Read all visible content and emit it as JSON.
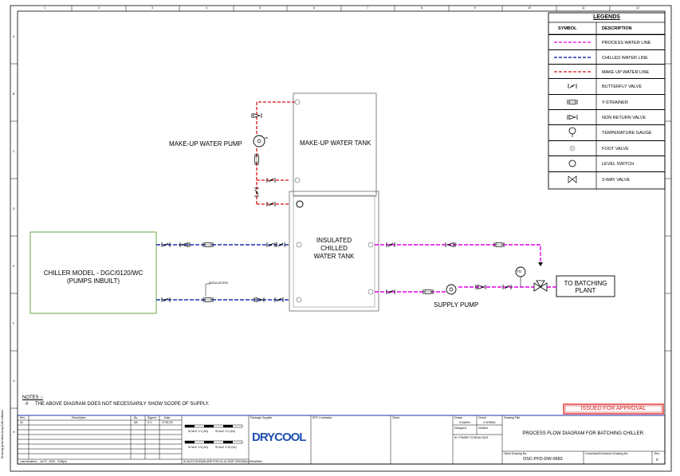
{
  "border": {
    "col_numbers": [
      "1",
      "2",
      "3",
      "4",
      "5",
      "6",
      "7",
      "8",
      "9",
      "10",
      "11",
      "12"
    ],
    "row_letters": [
      "A",
      "B",
      "C",
      "D",
      "E",
      "F",
      "G",
      "H"
    ]
  },
  "legend": {
    "title": "LEGENDS",
    "header_symbol": "SYMBOL",
    "header_description": "DESCRIPTION",
    "items": [
      {
        "icon": "process-water-line-icon",
        "label": "PROCESS WATER LINE",
        "color": "#e000e0"
      },
      {
        "icon": "chilled-water-line-icon",
        "label": "CHILLED WATER LINE",
        "color": "#1f2fb0"
      },
      {
        "icon": "make-up-water-line-icon",
        "label": "MAKE UP WATER LINE",
        "color": "#d81010"
      },
      {
        "icon": "butterfly-valve-icon",
        "label": "BUTTERFLY VALVE"
      },
      {
        "icon": "y-strainer-icon",
        "label": "Y-STRAINER"
      },
      {
        "icon": "non-return-valve-icon",
        "label": "NON RETURN VALVE"
      },
      {
        "icon": "temperature-gauge-icon",
        "label": "TEMPERATURE GAUGE"
      },
      {
        "icon": "foot-valve-icon",
        "label": "FOOT VALVE"
      },
      {
        "icon": "level-switch-icon",
        "label": "LEVEL SWITCH"
      },
      {
        "icon": "three-way-valve-icon",
        "label": "3-WAY VALVE"
      }
    ]
  },
  "diagram": {
    "chiller_line1": "CHILLER MODEL - DGC/0120/WC",
    "chiller_line2": "(PUMPS INBUILT)",
    "insulation_label": "INSULATION",
    "makeup_pump_label": "MAKE-UP WATER PUMP",
    "makeup_tank_label": "MAKE-UP WATER TANK",
    "chilled_tank_line1": "INSULATED",
    "chilled_tank_line2": "CHILLED",
    "chilled_tank_line3": "WATER TANK",
    "supply_pump_label": "SUPPLY PUMP",
    "tg_label": "TG",
    "batching_line1": "TO BATCHING",
    "batching_line2": "PLANT"
  },
  "notes": {
    "title": "NOTES :-",
    "bullet": "#",
    "text": "THE ABOVE DIAGRAM DOES NOT NECESSARILY SHOW SCOPE OF SUPPLY."
  },
  "status_stamp": "ISSUED FOR APPROVAL",
  "title_block": {
    "rev_headers": [
      "Rev",
      "Description",
      "By",
      "Signed",
      "Date"
    ],
    "rev_first_row": [
      "00",
      "",
      "NK",
      "S.V",
      "27/01/23"
    ],
    "last_modified": "Last Modified :- Jul 27, 2023 - 9:38pm",
    "side_stamp": "Drawing generated using CAD software",
    "scale_lines": [
      "SCALE 1:1 (A4)",
      "SCALE 1:2 (A3)",
      "SCALE 1:5 (A2)",
      "SCALE 1:10 (A1)"
    ],
    "scale_note": "SCALES SHOWN ARE FOR A4-A1 SIZE ORIGINAL DRAWING",
    "package_supplier": "Package Supplier",
    "logo_text": "DRYCOOL",
    "epc_contractor": "EPC Contractor",
    "client": "Client",
    "drawn_label": "Drawn",
    "drawn_value": "S.NAVIN",
    "checked_label": "Check",
    "checked_value": "V.VERMA",
    "designed_label": "Designed",
    "verified_label": "Verified",
    "consultant_label": "ID / PMSEP CONSULTANT",
    "drawing_title_label": "Drawing Title",
    "drawing_title": "PROCESS FLOW DIAGRAM FOR BATCHING CHILLER.",
    "client_drawing_label": "Client Drawing No.",
    "client_drawing_no": "DSC-PFD-DW-0683",
    "consultant_drawing_label": "Consultant/Contractor Drawing No.",
    "rev_label": "Rev",
    "rev_value": "0"
  }
}
